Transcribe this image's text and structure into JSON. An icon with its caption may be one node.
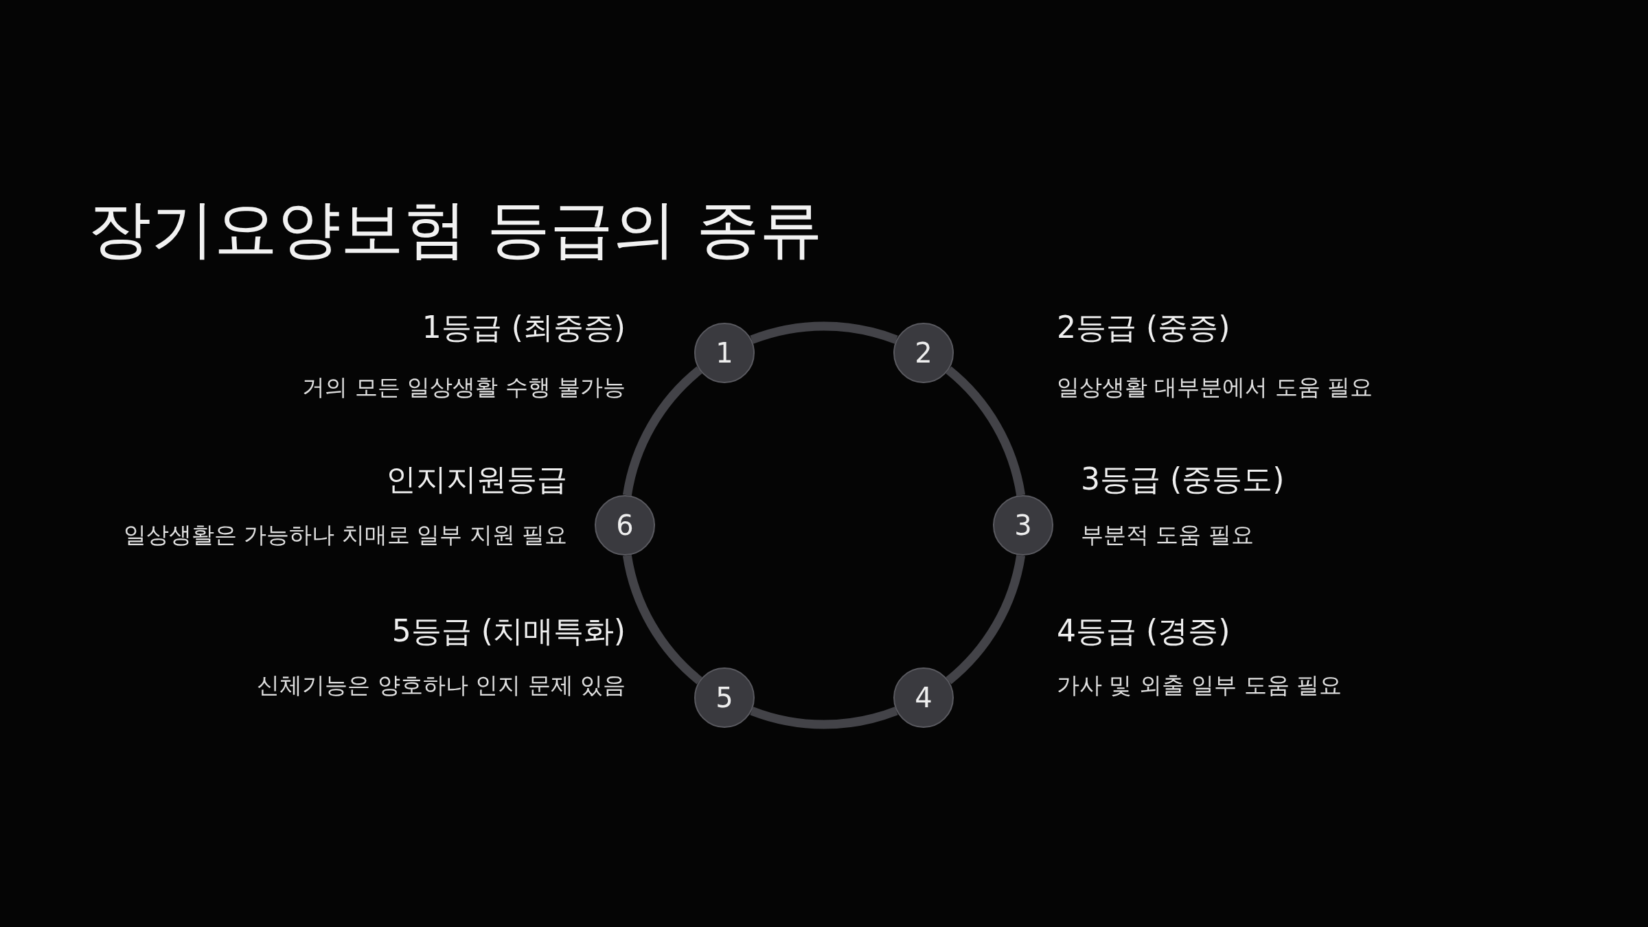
{
  "diagram": {
    "title": "장기요양보험 등급의 종류",
    "nodes": [
      {
        "text": [
          "1"
        ],
        "beside": [
          "1등급 (최중증)",
          "거의 모든 일상생활 수행 불가능"
        ]
      },
      {
        "text": [
          "2"
        ],
        "beside": [
          "2등급 (중증)",
          "일상생활 대부분에서 도움 필요"
        ]
      },
      {
        "text": [
          "3"
        ],
        "beside": [
          "3등급 (중등도)",
          "부분적 도움 필요"
        ]
      },
      {
        "text": [
          "4"
        ],
        "beside": [
          "4등급 (경증)",
          "가사 및 외출 일부 도움 필요"
        ]
      },
      {
        "text": [
          "5"
        ],
        "beside": [
          "5등급 (치매특화)",
          "신체기능은 양호하나 인지 문제 있음"
        ]
      },
      {
        "text": [
          "6"
        ],
        "beside": [
          "인지지원등급",
          "일상생활은 가능하나 치매로 일부 지원 필요"
        ]
      }
    ],
    "edges": [
      {
        "from": 0,
        "to": 1,
        "arrow": "none"
      },
      {
        "from": 1,
        "to": 2,
        "arrow": "none"
      },
      {
        "from": 2,
        "to": 3,
        "arrow": "none"
      },
      {
        "from": 3,
        "to": 4,
        "arrow": "none"
      },
      {
        "from": 4,
        "to": 5,
        "arrow": "none"
      },
      {
        "from": 5,
        "to": 0,
        "arrow": "none"
      }
    ]
  }
}
